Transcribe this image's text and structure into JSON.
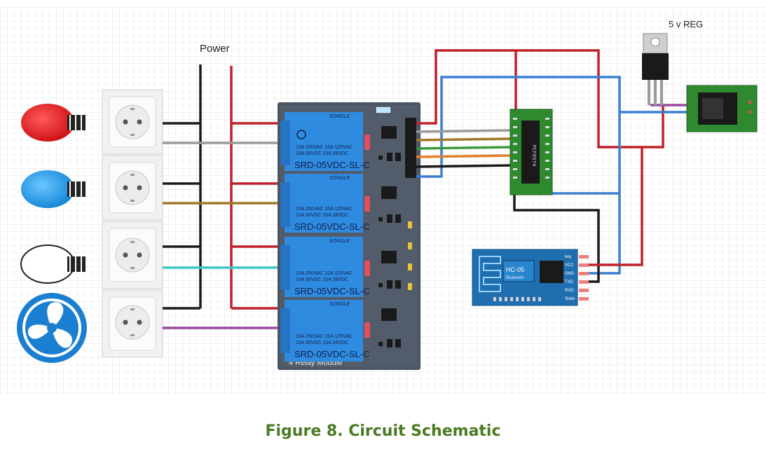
{
  "figure": {
    "caption": "Figure 8. Circuit Schematic"
  },
  "labels": {
    "power": "Power",
    "regulator": "5 v REG",
    "relay_module": "4 Relay Module",
    "relay_brand": "SONGLE",
    "relay_model": "SRD-05VDC-SL-C",
    "relay_rating_1": "10A 250VAC  10A 125VAC",
    "relay_rating_2": "10A  30VDC  10A  28VDC",
    "bt_module": "HC-05",
    "bt_sub": "Bluetooth",
    "bt_pins": [
      "key",
      "VCC",
      "GND",
      "TXD",
      "RXD",
      "State"
    ],
    "mcu_label": "PCF8574"
  },
  "colors": {
    "wire_red": "#c0202a",
    "wire_black": "#1a1a1a",
    "wire_blue": "#3b7fd0",
    "wire_grey": "#9a9a9a",
    "wire_brown": "#a07828",
    "wire_cyan": "#40c8c8",
    "wire_purple": "#9a4aa0",
    "wire_orange": "#e0802a",
    "wire_green": "#3a9a3a",
    "relay_blue": "#2f8be0",
    "board_grey": "#4b5563",
    "pcb_green": "#2f8a2f",
    "bt_blue": "#1f6fb0",
    "bulb_red": "#e01b24",
    "bulb_blue": "#1f9ae0",
    "caption_green": "#4a7b23"
  },
  "icons": [
    "red-bulb-icon",
    "blue-bulb-icon",
    "white-bulb-icon",
    "fan-icon",
    "socket-icon"
  ]
}
